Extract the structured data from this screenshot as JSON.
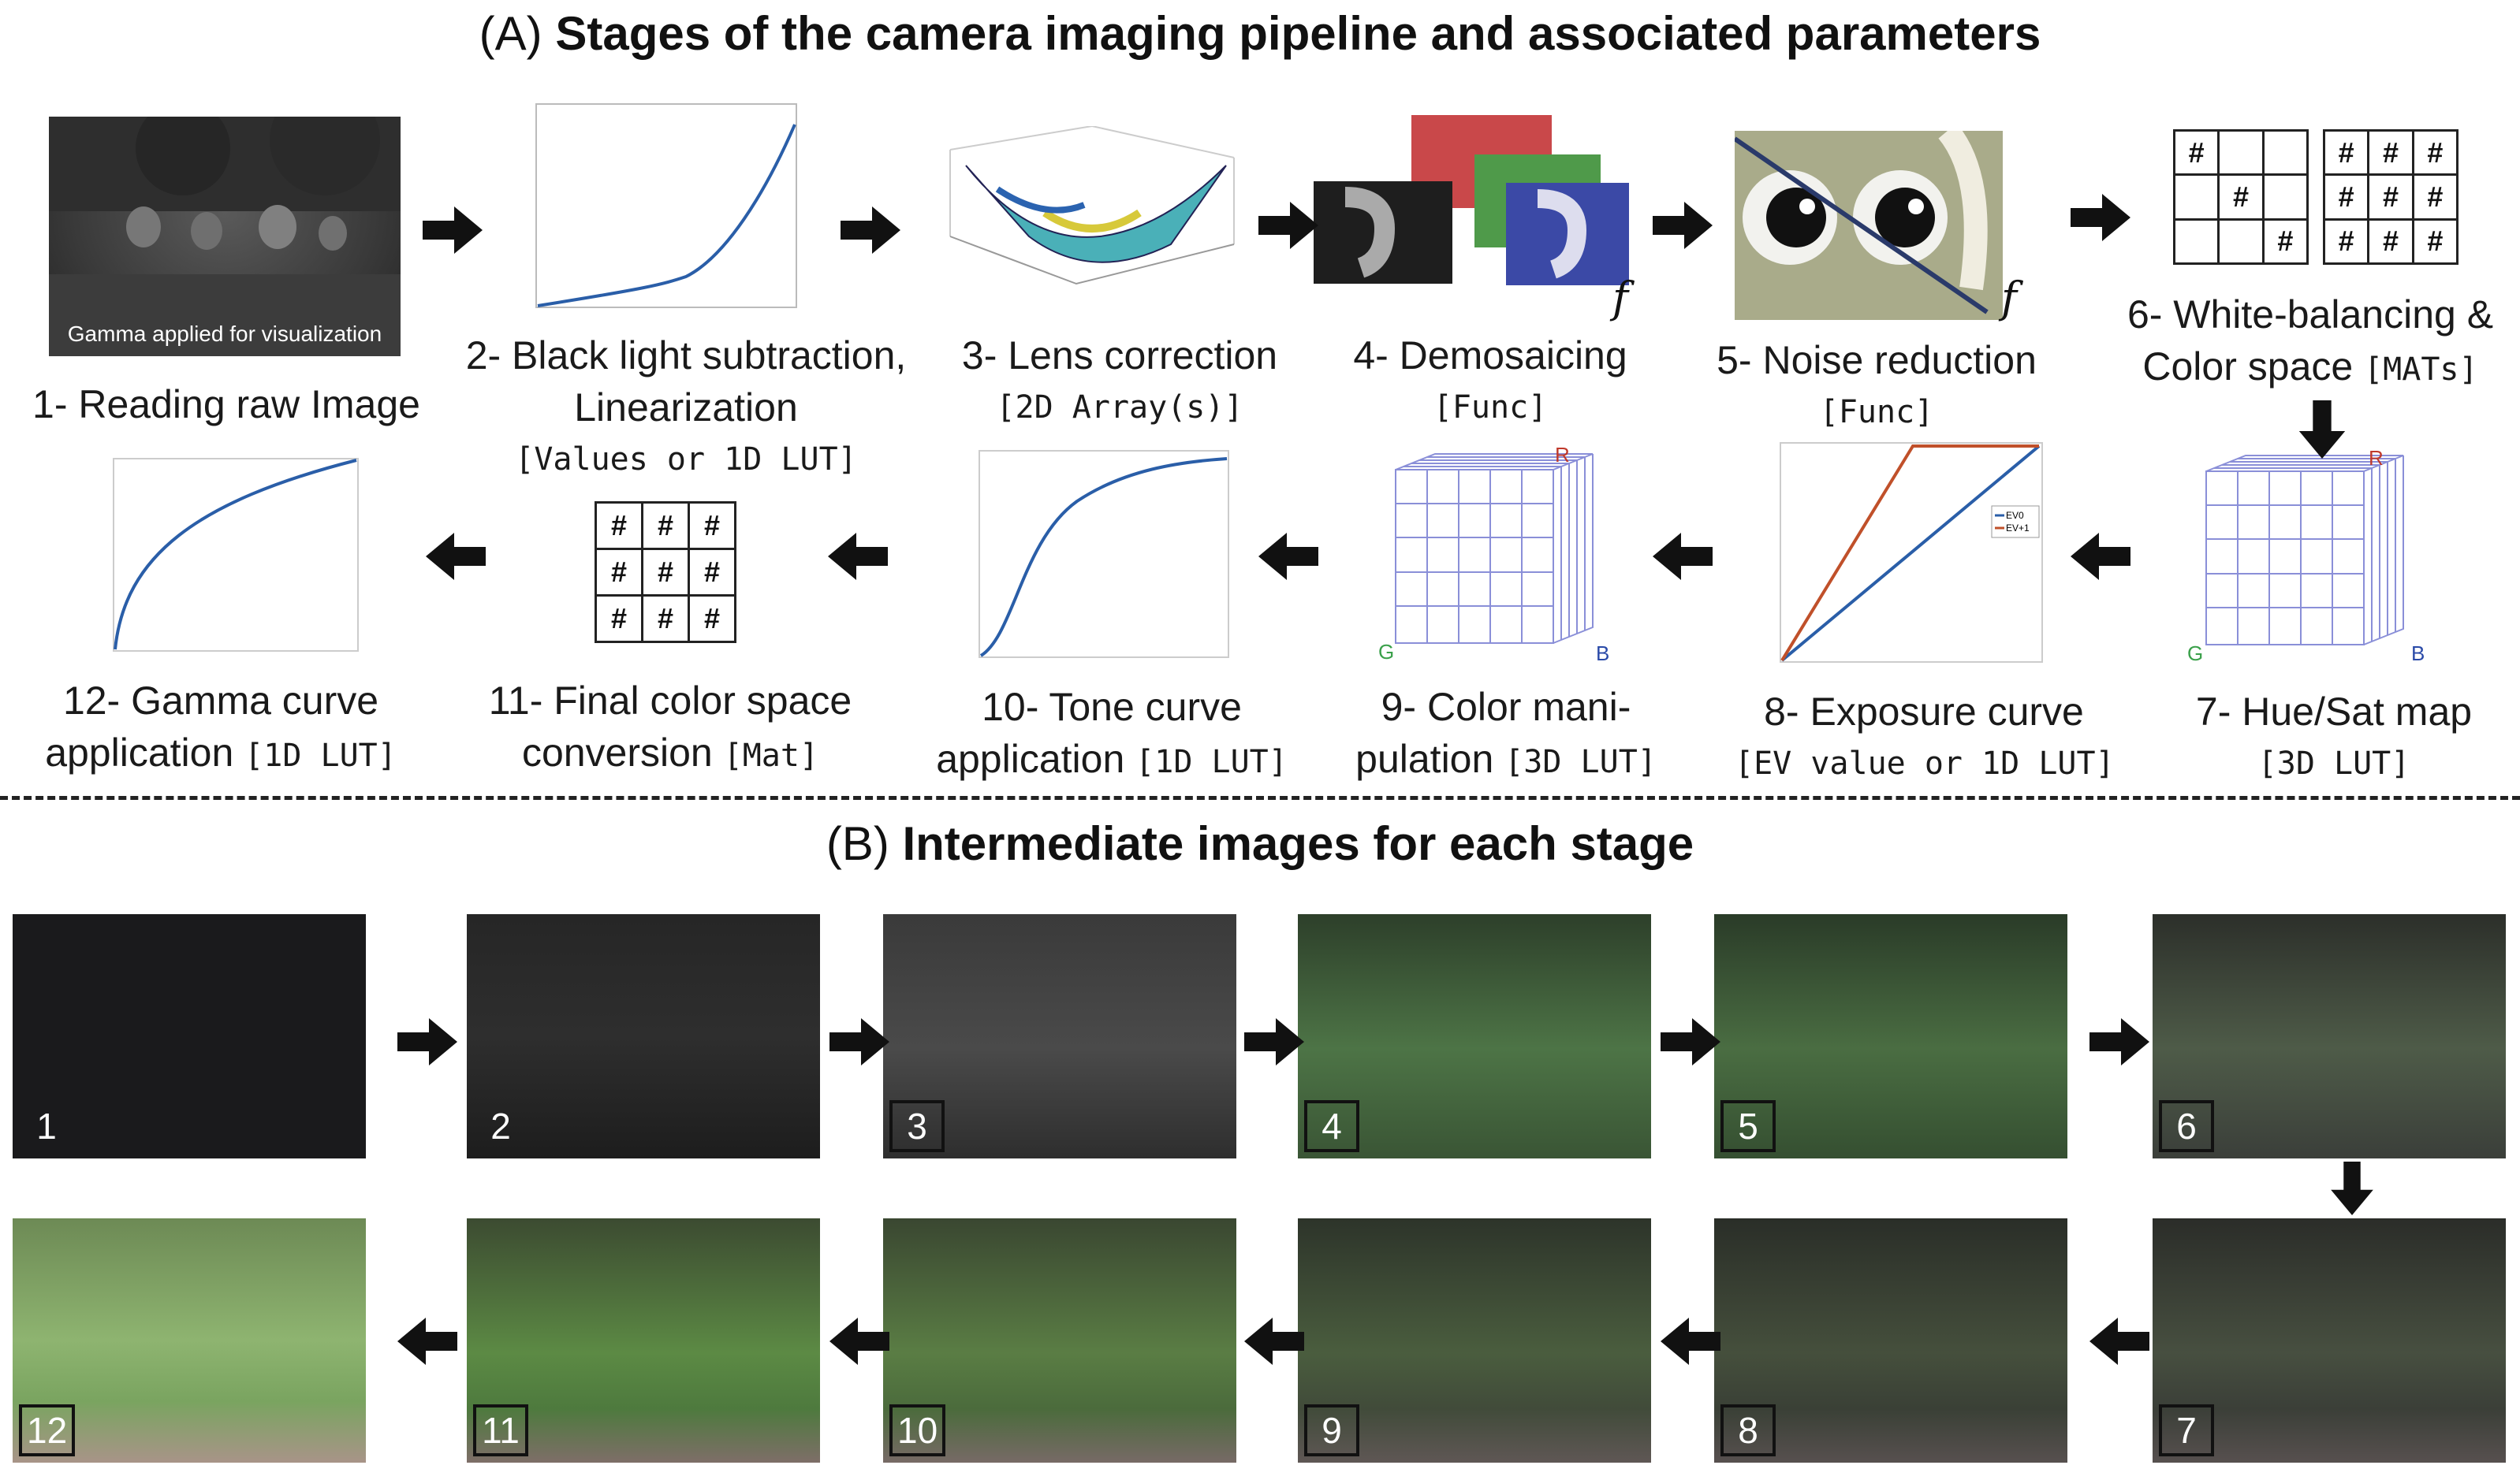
{
  "section_a": {
    "letter": "(A)",
    "title": "Stages of the camera imaging pipeline and associated parameters"
  },
  "section_b": {
    "letter": "(B)",
    "title": "Intermediate images for each stage"
  },
  "raw_caption": "Gamma applied for visualization",
  "func_symbol": "f",
  "matrix_symbol": "#",
  "cube_axes": {
    "r": "R",
    "g": "G",
    "b": "B"
  },
  "colors": {
    "curve_blue": "#2a5ea8",
    "curve_red": "#c0502a",
    "cube_grid": "#8a8fd8",
    "arrow": "#111111"
  },
  "stages": [
    {
      "l1": "1- Reading raw Image",
      "l2": "",
      "par": ""
    },
    {
      "l1": "2- Black light subtraction,",
      "l2": "Linearization",
      "par": "[Values or 1D LUT]"
    },
    {
      "l1": "3- Lens correction",
      "l2": "",
      "par": "[2D Array(s)]"
    },
    {
      "l1": "4- Demosaicing",
      "l2": "",
      "par": "[Func]"
    },
    {
      "l1": "5- Noise reduction",
      "l2": "",
      "par": "[Func]"
    },
    {
      "l1": "6- White-balancing &",
      "l2": "Color space",
      "par": "[MATs]"
    },
    {
      "l1": "7- Hue/Sat map",
      "l2": "",
      "par": "[3D LUT]"
    },
    {
      "l1": "8- Exposure curve",
      "l2": "",
      "par": "[EV value or 1D LUT]"
    },
    {
      "l1": "9- Color mani-",
      "l2": "pulation",
      "par": "[3D LUT]"
    },
    {
      "l1": "10- Tone curve",
      "l2": "application",
      "par": "[1D LUT]"
    },
    {
      "l1": "11- Final color space",
      "l2": "conversion",
      "par": "[Mat]"
    },
    {
      "l1": "12- Gamma curve",
      "l2": "application",
      "par": "[1D LUT]"
    }
  ],
  "exposure_legend": [
    "EV0",
    "EV+1"
  ],
  "image_numbers": [
    "1",
    "2",
    "3",
    "4",
    "5",
    "6",
    "7",
    "8",
    "9",
    "10",
    "11",
    "12"
  ]
}
